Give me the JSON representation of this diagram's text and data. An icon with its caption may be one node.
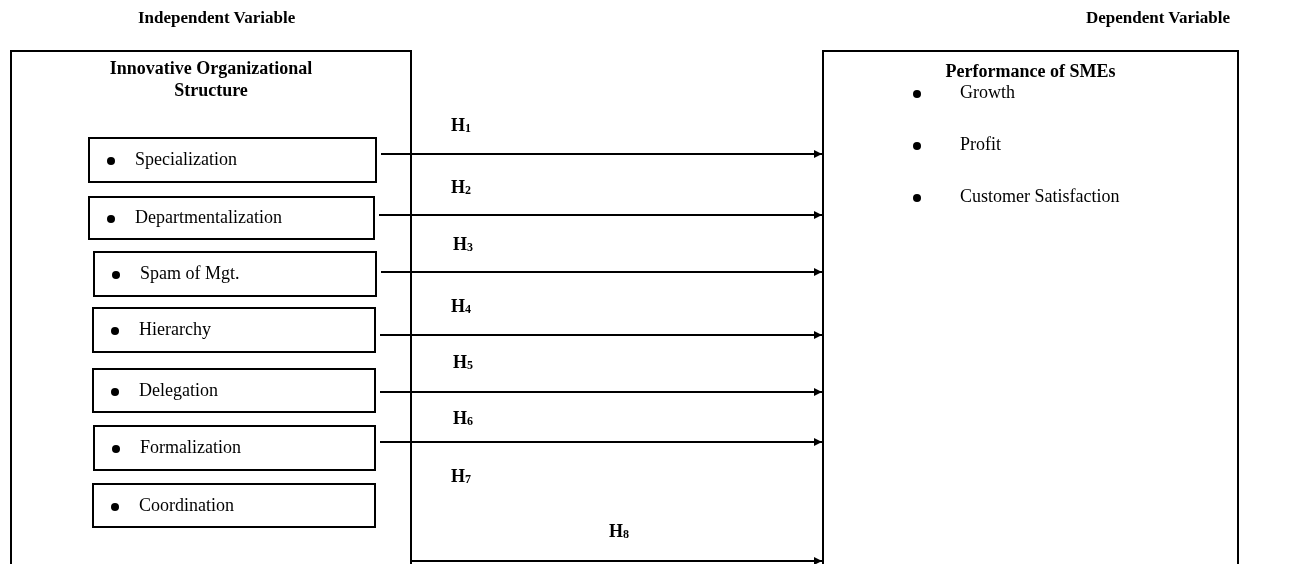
{
  "diagram": {
    "nodes": [
      {
        "text": [
          "Innovative Organizational Structure"
        ]
      },
      {
        "text": [
          "Specialization"
        ],
        "in": 0
      },
      {
        "text": [
          "Departmentalization"
        ],
        "in": 0
      },
      {
        "text": [
          "Spam of Mgt."
        ],
        "in": 0
      },
      {
        "text": [
          "Hierarchy"
        ],
        "in": 0
      },
      {
        "text": [
          "Delegation"
        ],
        "in": 0
      },
      {
        "text": [
          "Formalization"
        ],
        "in": 0
      },
      {
        "text": [
          "Coordination"
        ],
        "in": 0
      },
      {
        "text": [
          "Performance of SMEs",
          "Growth",
          "Profit",
          "Customer Satisfaction"
        ]
      }
    ],
    "edges": [
      {
        "from": 1,
        "to": 8,
        "arrow": "to",
        "label": "H$_{1}$"
      },
      {
        "from": 2,
        "to": 8,
        "arrow": "to",
        "label": "H$_{2}$"
      },
      {
        "from": 3,
        "to": 8,
        "arrow": "to",
        "label": "H$_{3}$"
      },
      {
        "from": 4,
        "to": 8,
        "arrow": "to",
        "label": "H$_{4}$"
      },
      {
        "from": 5,
        "to": 8,
        "arrow": "to",
        "label": "H$_{5}$"
      },
      {
        "from": 6,
        "to": 8,
        "arrow": "to",
        "label": "H$_{6}$"
      },
      {
        "from": 0,
        "to": 8,
        "arrow": "to",
        "label": "H$_{8}$"
      }
    ],
    "labels": [
      "Independent Variable",
      "Dependent Variable",
      "H$_{7}$"
    ]
  }
}
